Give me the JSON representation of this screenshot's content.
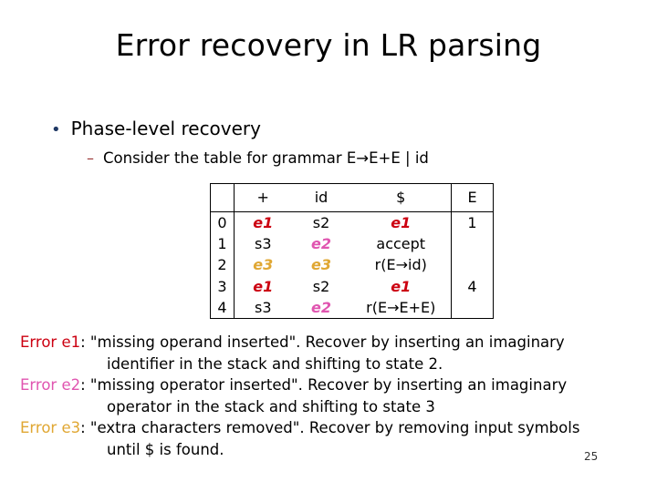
{
  "slide": {
    "title": "Error recovery in LR parsing",
    "page_number": "25"
  },
  "bullets": {
    "level1": {
      "marker": "•",
      "text": "Phase-level recovery"
    },
    "level2": {
      "marker": "–",
      "text": "Consider the table for grammar E→E+E | id"
    }
  },
  "table": {
    "headers": [
      "",
      "+",
      "id",
      "$",
      "E"
    ],
    "rows": [
      {
        "state": "0",
        "plus": "e1",
        "id": "s2",
        "dollar": "e1",
        "E": "1"
      },
      {
        "state": "1",
        "plus": "s3",
        "id": "e2",
        "dollar": "accept",
        "E": ""
      },
      {
        "state": "2",
        "plus": "e3",
        "id": "e3",
        "dollar": "r(E→id)",
        "E": ""
      },
      {
        "state": "3",
        "plus": "e1",
        "id": "s2",
        "dollar": "e1",
        "E": "4"
      },
      {
        "state": "4",
        "plus": "s3",
        "id": "e2",
        "dollar": "r(E→E+E)",
        "E": ""
      }
    ]
  },
  "errors": [
    {
      "tag": "Error e1",
      "line1": ": \"missing operand inserted\". Recover by inserting an imaginary",
      "line2": "identifier in the stack and shifting to state 2."
    },
    {
      "tag": "Error e2",
      "line1": ": \"missing operator inserted\". Recover by inserting an imaginary",
      "line2": "operator in the stack and shifting to state 3"
    },
    {
      "tag": "Error e3",
      "line1": ": \"extra characters removed\".  Recover by removing input symbols",
      "line2": "until $ is found."
    }
  ],
  "colors": {
    "e1": "#CC0011",
    "e2": "#E055B0",
    "e3": "#E0A733",
    "bullet1": "#1F3864",
    "bullet2": "#993333"
  }
}
